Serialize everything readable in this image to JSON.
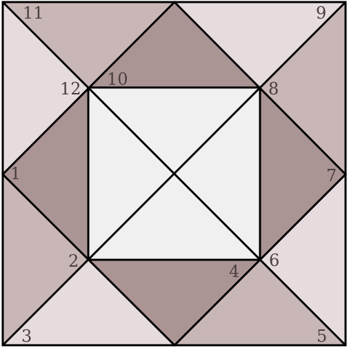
{
  "colors": {
    "dark": "#ab9594",
    "medium": "#c8b7b6",
    "light": "#e6dcdd",
    "center": "#f1f0f0",
    "stroke": "#000000",
    "label": "#4a3f40"
  },
  "vertex_labels": {
    "v1": "1",
    "v2": "2",
    "v3": "3",
    "v4": "4",
    "v5": "5",
    "v6": "6",
    "v7": "7",
    "v8": "8",
    "v9": "9",
    "v10": "10",
    "v11": "11",
    "v12": "12"
  }
}
